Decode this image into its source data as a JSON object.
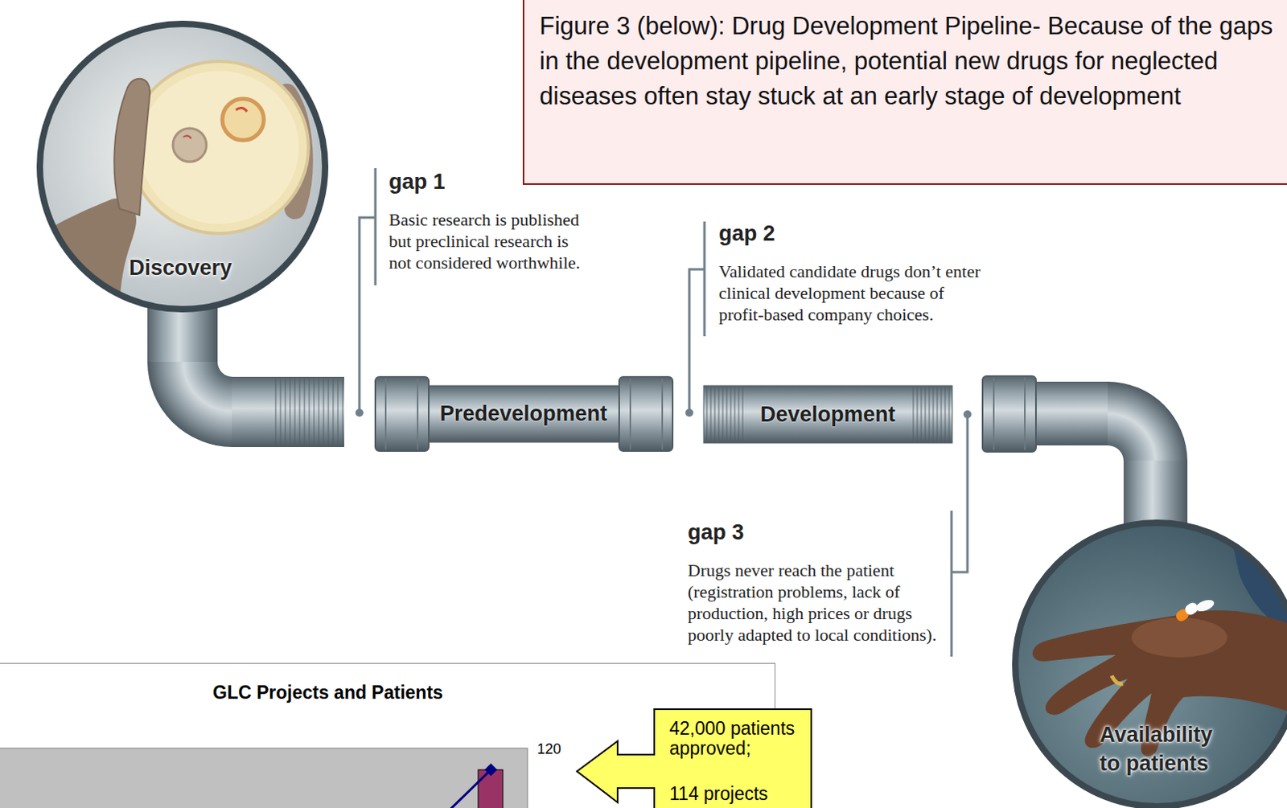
{
  "diagram": {
    "caption": "Figure 3 (below): Drug Development Pipeline- Because of the gaps in the development pipeline, potential new drugs for neglected diseases often stay stuck at an early stage of development",
    "nodes": [
      {
        "text": [
          "Discovery"
        ]
      },
      {
        "text": [
          "Predevelopment"
        ]
      },
      {
        "text": [
          "Development"
        ]
      },
      {
        "text": [
          "Availability to patients"
        ]
      },
      {
        "text": [
          "GLC Projects and Patients",
          "120"
        ]
      },
      {
        "text": [
          "42,000 patients approved;",
          "114 projects"
        ]
      }
    ],
    "labels": [
      "gap 1",
      "Basic research is published but preclinical research is not considered worthwhile.",
      "gap 2",
      "Validated candidate drugs don’t enter clinical development because of profit-based company choices.",
      "gap 3",
      "Drugs never reach the patient (registration problems, lack of production, high prices or drugs poorly adapted to local conditions)."
    ]
  }
}
